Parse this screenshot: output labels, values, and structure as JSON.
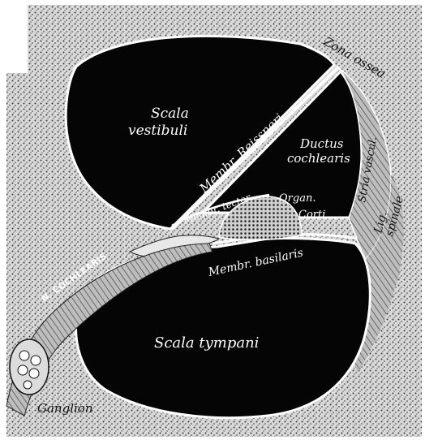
{
  "labels": {
    "zona_ossea": "Zona ossea",
    "scala_vestibuli_line1": "Scala",
    "scala_vestibuli_line2": "vestibuli",
    "membr_reissneri": "Membr. Reissneri",
    "ductus_line1": "Ductus",
    "ductus_line2": "cochlearis",
    "stria_vascul": "Stria vascul.",
    "membr_tector": "Membr. tector.",
    "organ_line1": "Organ.",
    "organ_line2": "Corti",
    "lig_line1": "Lig.",
    "lig_line2": "spinale",
    "n_cochlearis": "N. COCHLEARIS",
    "membr_basilaris": "Membr. basilaris",
    "scala_tympani": "Scala tympani",
    "ganglion": "Ganglion"
  },
  "colors": {
    "background": "#ffffff",
    "bone_texture": "#3a3a3a",
    "cavity": "#050505",
    "label_light": "#ffffff",
    "label_dark": "#111111"
  }
}
